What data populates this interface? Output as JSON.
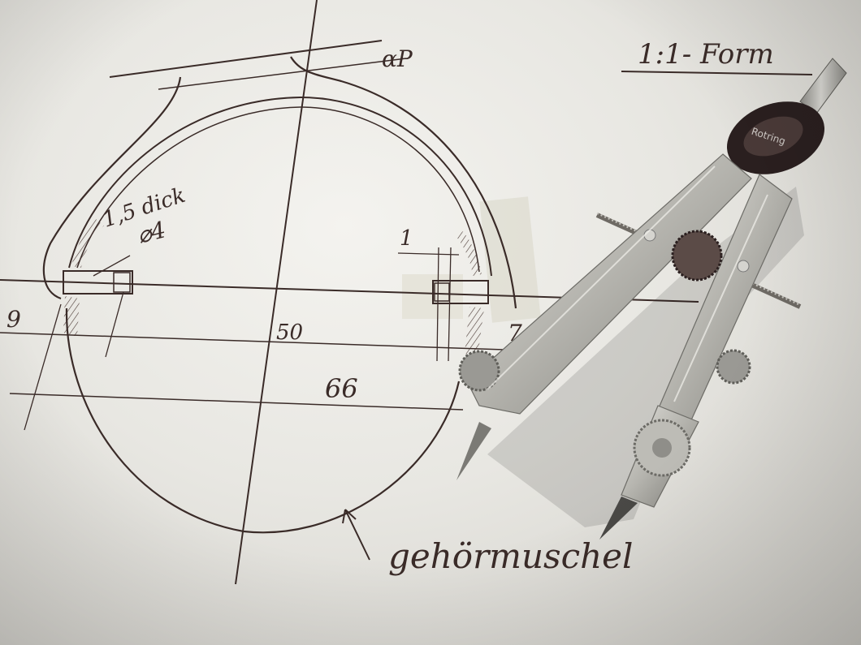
{
  "image": {
    "subject": "Hand-drawn 1:1 technical sketch of a headphone ear cup (Gehörmuschel) with a drawing compass lying on the paper",
    "colors": {
      "paper": "#efeee9",
      "ink": "#3a2b28",
      "compass_metal": "#b9b8b2",
      "compass_dark": "#2a1f1f"
    }
  },
  "sketch": {
    "title": "1:1- Form",
    "top_note": "αP",
    "thickness_note": "1,5 dick",
    "diameter_note": "⌀4",
    "dim_1": "1",
    "dim_9": "9",
    "dim_50": "50",
    "dim_7": "7",
    "dim_66": "66",
    "label": "gehörmuschel"
  },
  "compass": {
    "brand": "Rotring"
  }
}
